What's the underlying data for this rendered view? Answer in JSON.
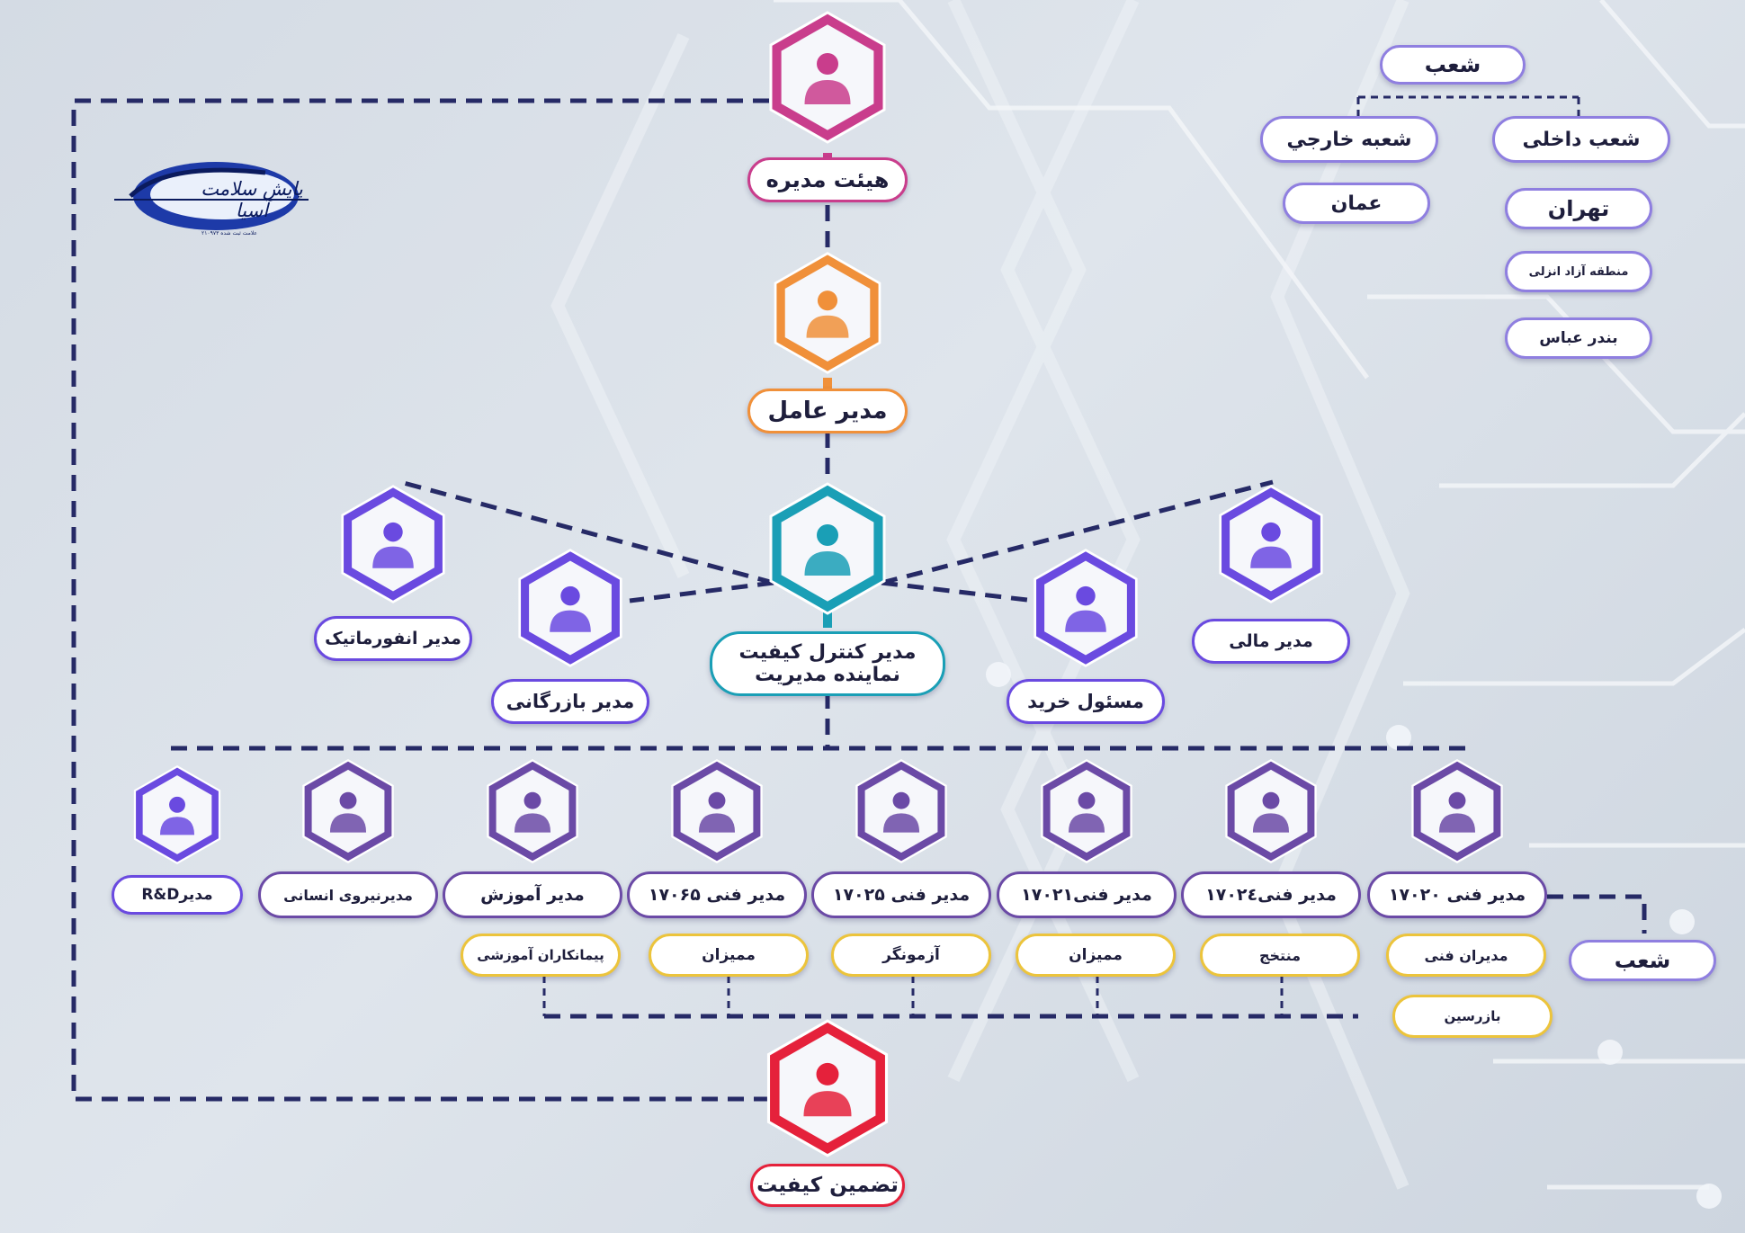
{
  "colors": {
    "line": "#262a66",
    "board": "#c93d8c",
    "ceo": "#f0903a",
    "qc": "#1a9fb6",
    "mgr": "#6a4ae0",
    "tech": "#6b4aa6",
    "qa": "#e5213b",
    "sub": "#ecc43c",
    "branch": "#8f7fe0"
  },
  "logo": {
    "text": "پایش سلامت آسیا",
    "sub": "علامت ثبت شده ۲۱۰۹۷۳"
  },
  "board": {
    "label": "هیئت مدیره"
  },
  "ceo": {
    "label": "مدیر عامل"
  },
  "qc": {
    "line1": "مدیر کنترل کیفیت",
    "line2": "نماینده مدیریت"
  },
  "managers": {
    "informatics": "مدیر انفورماتیک",
    "commerce": "مدیر بازرگانی",
    "purchase": "مسئول خرید",
    "finance": "مدیر مالی"
  },
  "tech_row": {
    "rd": "مدیرR&D",
    "hr": "مدیرنیروی انسانی",
    "training": "مدیر آموزش",
    "t17065": "مدیر فنی ۱۷۰۶۵",
    "t17025": "مدیر فنی ۱۷۰۲۵",
    "t17021": "مدیر فنی۱۷۰۲۱",
    "t17024": "مدیر فنی۱۷۰۲٤",
    "t17020": "مدیر فنی ۱۷۰۲۰"
  },
  "sub_row": {
    "contractors": "پیمانکاران آموزشی",
    "auditors1": "ممیزان",
    "tester": "آزمونگر",
    "auditors2": "ممیزان",
    "certifier": "منتخج",
    "tech_mgrs": "مدیران فنی",
    "inspectors": "بازرسین"
  },
  "qa": {
    "label": "تضمین کیفیت"
  },
  "branches": {
    "title": "شعب",
    "domestic": "شعب داخلی",
    "foreign": "شعبه خارجي",
    "tehran": "تهران",
    "oman": "عمان",
    "anzali": "منطقه آزاد انزلی",
    "abbas": "بندر عباس"
  },
  "side_branch": "شعب"
}
